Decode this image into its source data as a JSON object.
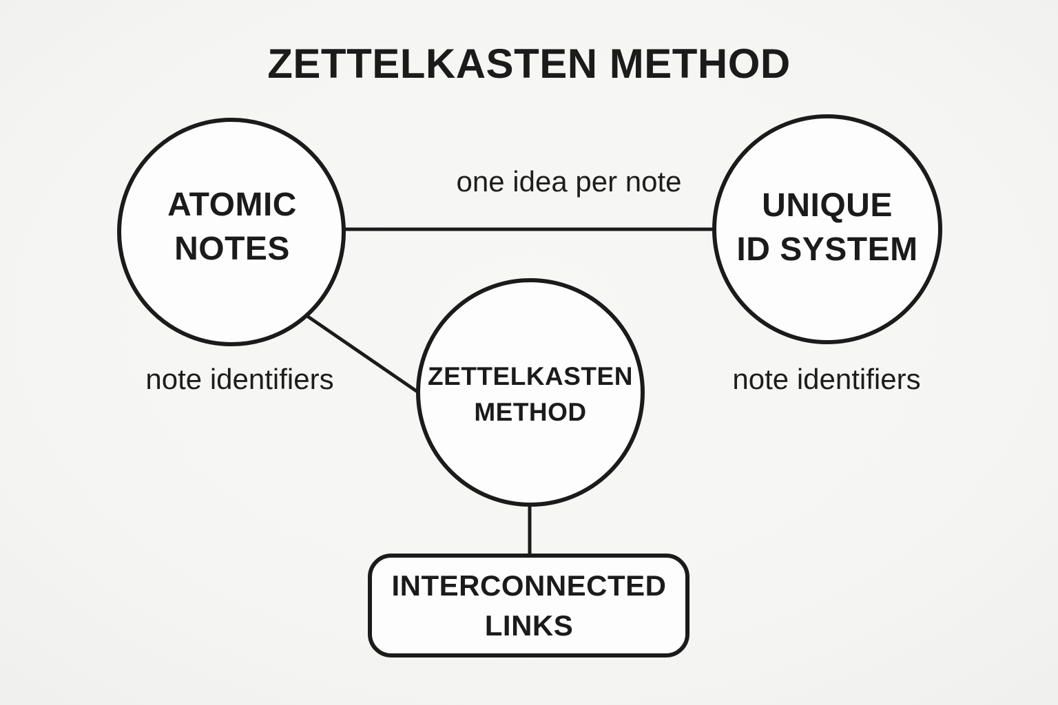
{
  "title": "ZETTELKASTEN METHOD",
  "colors": {
    "background": "#f5f5f3",
    "ink": "#1b1b1b",
    "node_fill": "#fdfdfd"
  },
  "nodes": [
    {
      "id": "atomic-notes",
      "shape": "circle",
      "label": "ATOMIC\nNOTES"
    },
    {
      "id": "unique-id-system",
      "shape": "circle",
      "label": "UNIQUE\nID SYSTEM"
    },
    {
      "id": "zettelkasten-method",
      "shape": "circle",
      "label": "ZETTELKASTEN\nMETHOD"
    },
    {
      "id": "interconnected-links",
      "shape": "rounded-rect",
      "label": "INTERCONNECTED\nLINKS"
    }
  ],
  "edges": [
    {
      "from": "atomic-notes",
      "to": "unique-id-system",
      "label": "one idea per note"
    },
    {
      "from": "atomic-notes",
      "to": "zettelkasten-method",
      "label": ""
    },
    {
      "from": "zettelkasten-method",
      "to": "interconnected-links",
      "label": ""
    }
  ],
  "floating_labels": {
    "top": "one idea per note",
    "left": "note identifiers",
    "right": "note identifiers"
  }
}
